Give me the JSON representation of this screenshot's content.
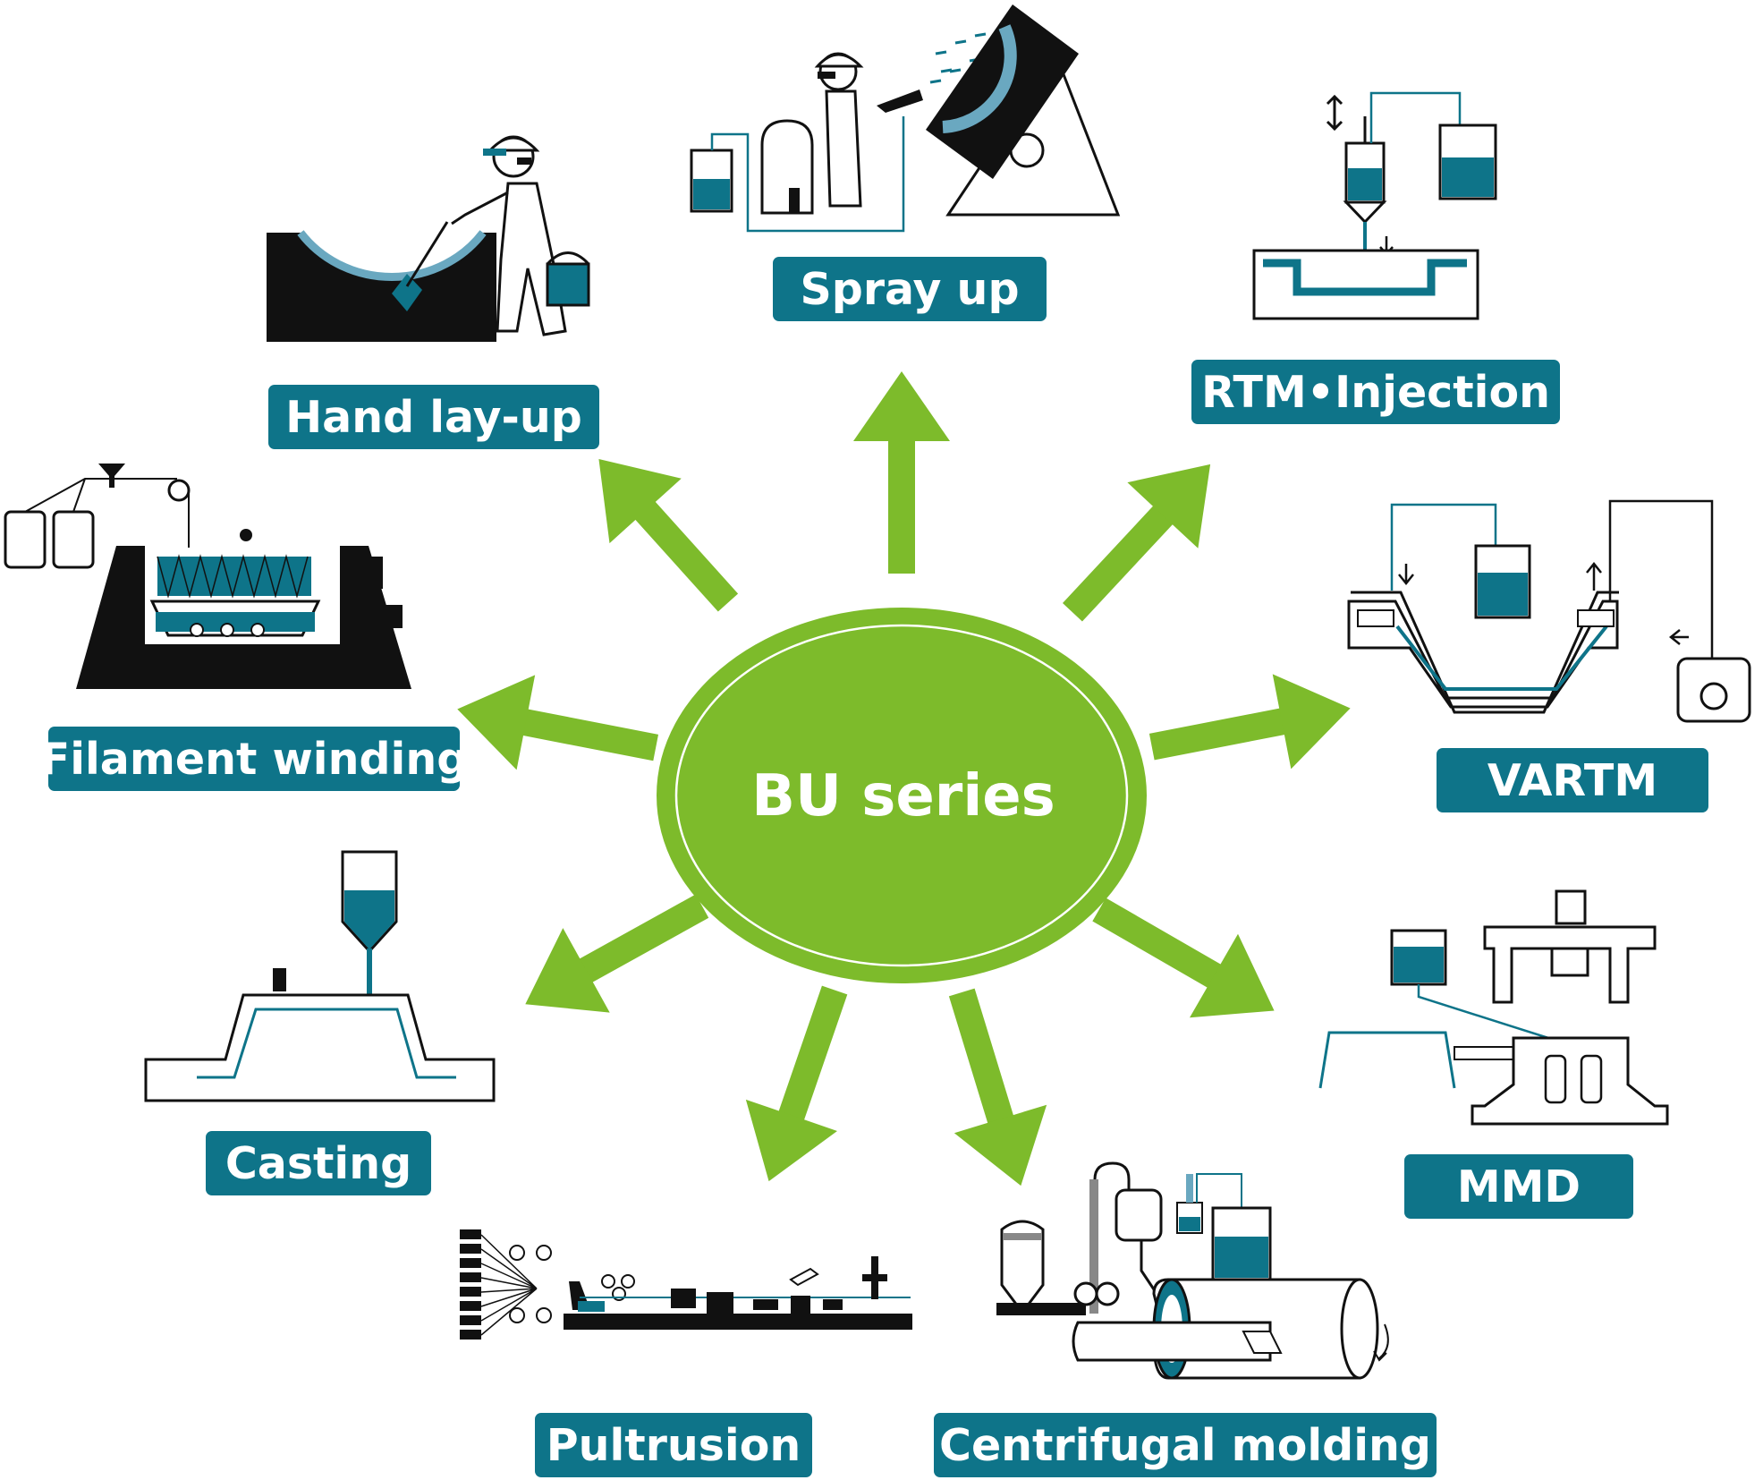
{
  "center": {
    "label": "BU series"
  },
  "methods": {
    "spray_up": "Spray up",
    "hand_lay_up": "Hand lay-up",
    "rtm_injection": "RTM•Injection",
    "filament_winding": "Filament winding",
    "vartm": "VARTM",
    "casting": "Casting",
    "mmd": "MMD",
    "pultrusion": "Pultrusion",
    "centrifugal_molding": "Centrifugal molding"
  },
  "colors": {
    "label_bg": "#0e7489",
    "label_text": "#ffffff",
    "arrow": "#7dbb2b",
    "center_fill": "#7dbb2b",
    "resin": "#0e7489",
    "mold_edge": "#6aa8c0",
    "ink": "#111111"
  }
}
